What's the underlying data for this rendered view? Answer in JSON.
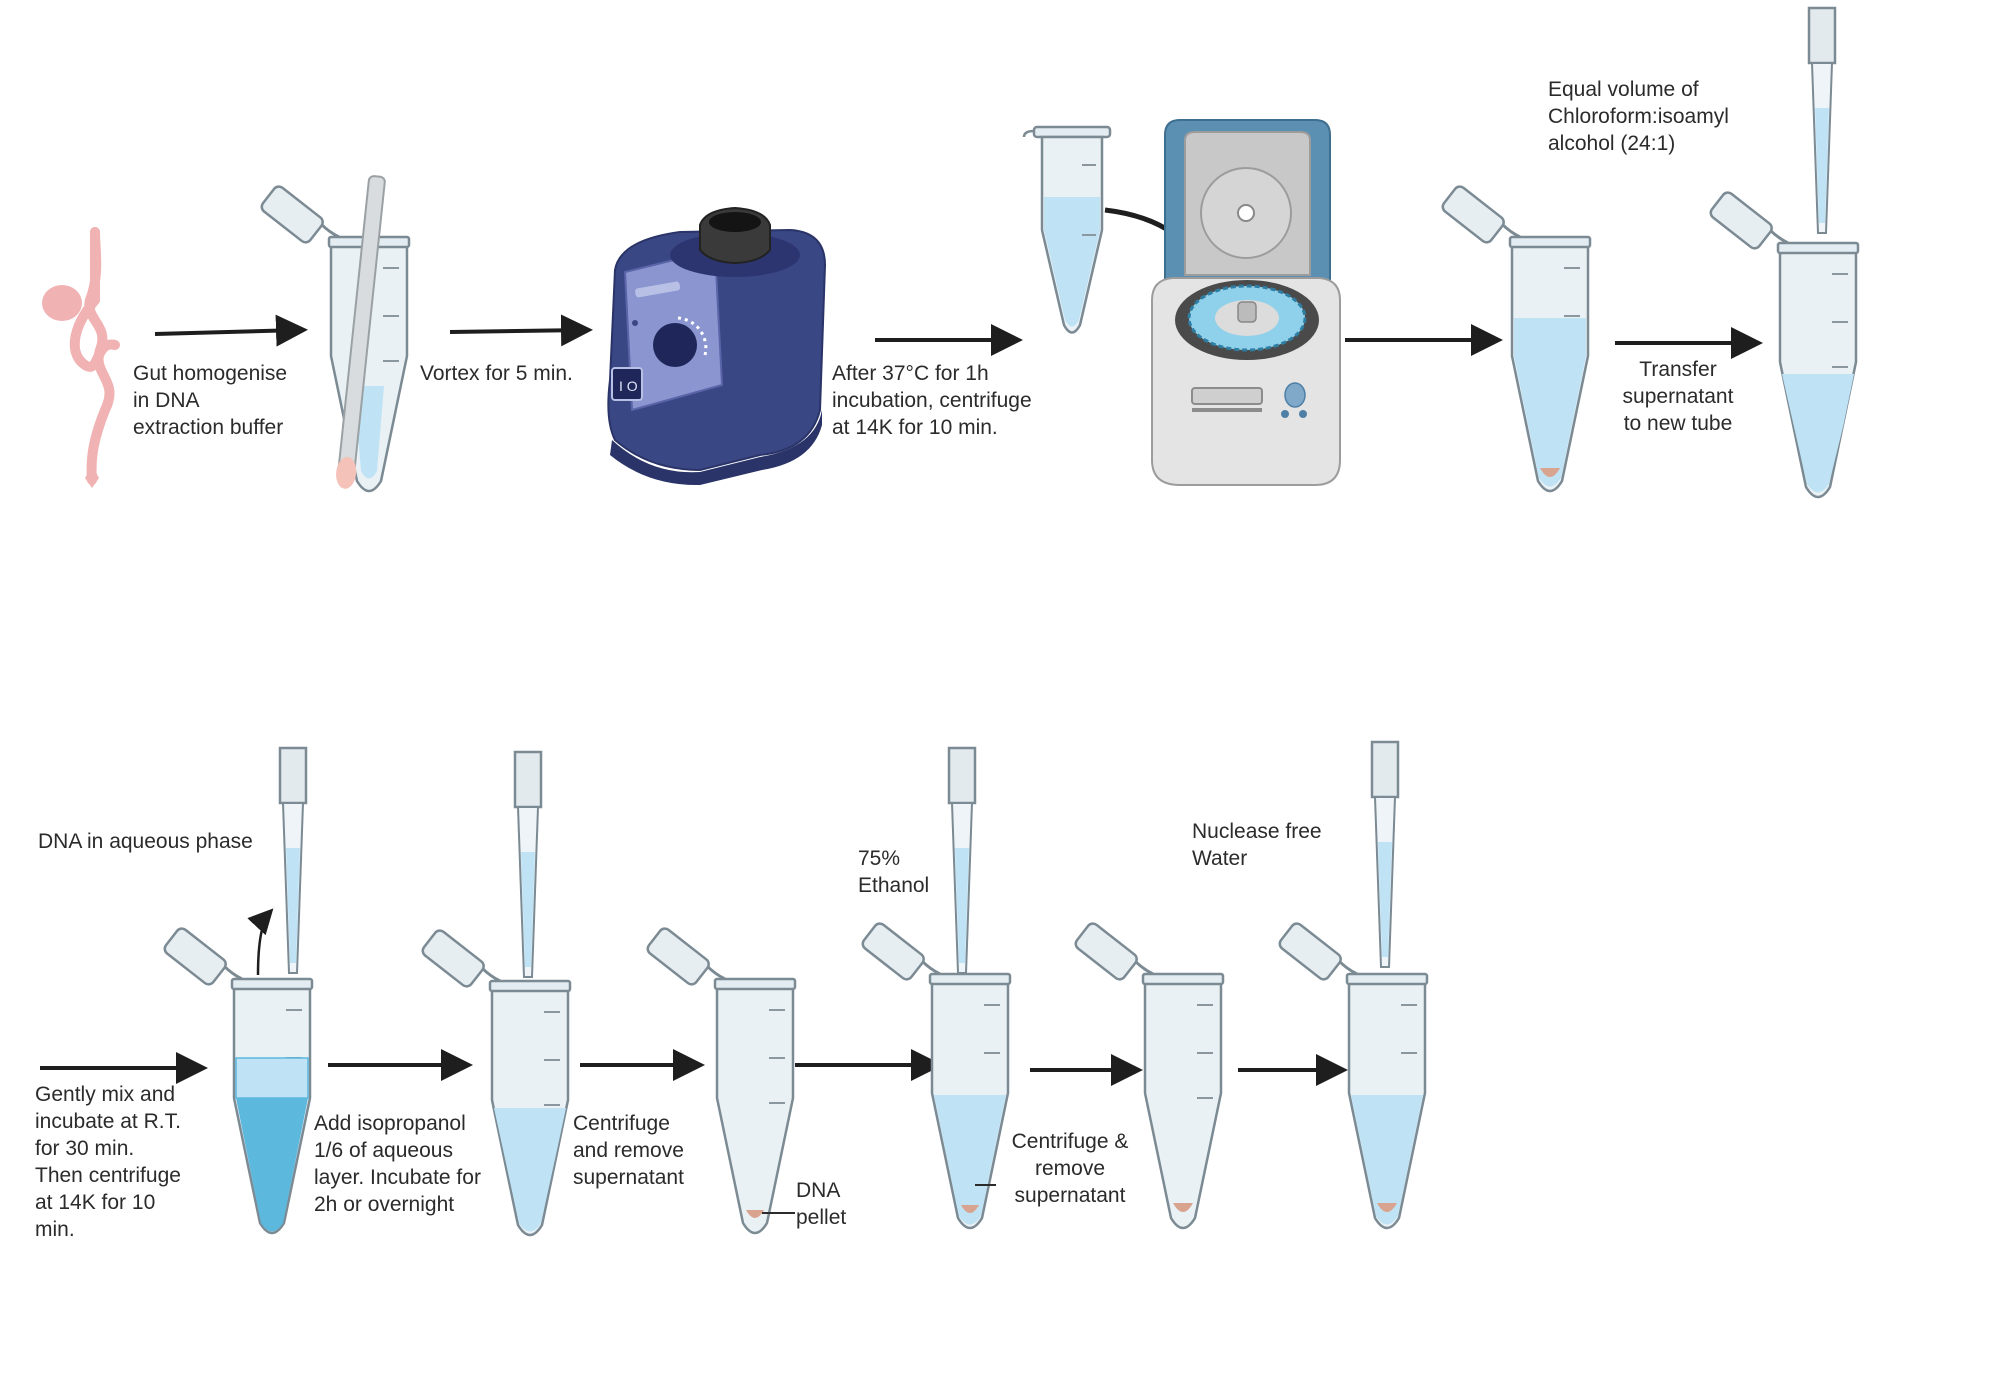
{
  "row1": {
    "step1_label": [
      "Gut homogenise",
      "in DNA",
      "extraction buffer"
    ],
    "step2_label": [
      "Vortex for 5 min."
    ],
    "step3_label": [
      "After 37°C for 1h",
      "incubation, centrifuge",
      "at 14K for 10 min."
    ],
    "step4_reagent": [
      "Equal volume of",
      "Chloroform:isoamyl",
      "alcohol (24:1)"
    ],
    "step5_label": [
      "Transfer",
      "supernatant",
      "to new tube"
    ]
  },
  "row2": {
    "aqueous_label": [
      "DNA in aqueous phase"
    ],
    "step6_label": [
      "Gently mix and",
      "incubate at R.T.",
      "for 30 min.",
      "Then centrifuge",
      "at 14K for 10",
      "min."
    ],
    "step7_label": [
      "Add isopropanol",
      "1/6 of aqueous",
      "layer. Incubate for",
      "2h or overnight"
    ],
    "step8_label": [
      "Centrifuge",
      "and remove",
      "supernatant"
    ],
    "pellet_label": [
      "DNA",
      "pellet"
    ],
    "ethanol_label": [
      "75%",
      "Ethanol"
    ],
    "step9_label": [
      "Centrifuge &",
      "remove",
      "supernatant"
    ],
    "water_label": [
      "Nuclease free",
      "Water"
    ]
  },
  "colors": {
    "liquid": "#bfe3f5",
    "liquid_dark": "#5db8de",
    "tube_fill": "#e9f1f5",
    "tube_stroke": "#7b8a93",
    "pellet": "#d9a48f",
    "gut": "#f0b2b2",
    "arrow": "#1e1e1e",
    "vortex": "#3a4785",
    "centrifuge_lid": "#5b90b3"
  }
}
